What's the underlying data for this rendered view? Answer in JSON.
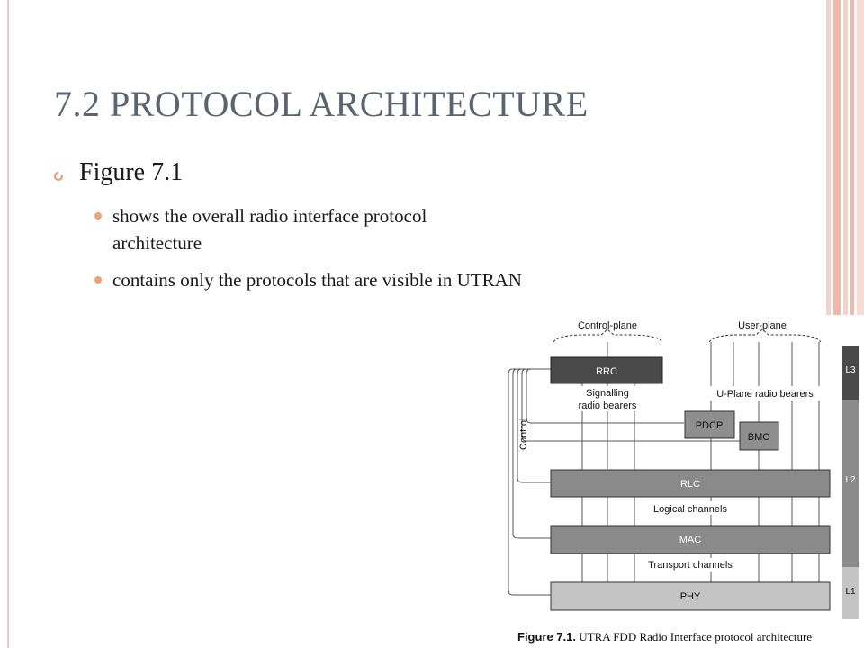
{
  "slide": {
    "title": "7.2 PROTOCOL ARCHITECTURE",
    "level1": "Figure 7.1",
    "bullets": [
      {
        "line1": "shows the overall radio interface protocol",
        "line2": "architecture"
      },
      {
        "line1": "contains only the protocols that are visible in UTRAN",
        "line2": ""
      }
    ],
    "colors": {
      "accent": "#f0a371",
      "title": "#5a6470",
      "stripe": "#f2c9c0"
    }
  },
  "figure": {
    "control_plane": "Control-plane",
    "user_plane": "User-plane",
    "control": "Control",
    "rrc": "RRC",
    "signalling_1": "Signalling",
    "signalling_2": "radio bearers",
    "u_plane_bearers": "U-Plane radio bearers",
    "pdcp": "PDCP",
    "bmc": "BMC",
    "rlc": "RLC",
    "logical_channels": "Logical channels",
    "mac": "MAC",
    "transport_channels": "Transport channels",
    "phy": "PHY",
    "layer_l3": "L3",
    "layer_l2": "L2",
    "layer_l1": "L1",
    "caption_label": "Figure 7.1.",
    "caption_text": "UTRA FDD Radio Interface protocol architecture"
  }
}
